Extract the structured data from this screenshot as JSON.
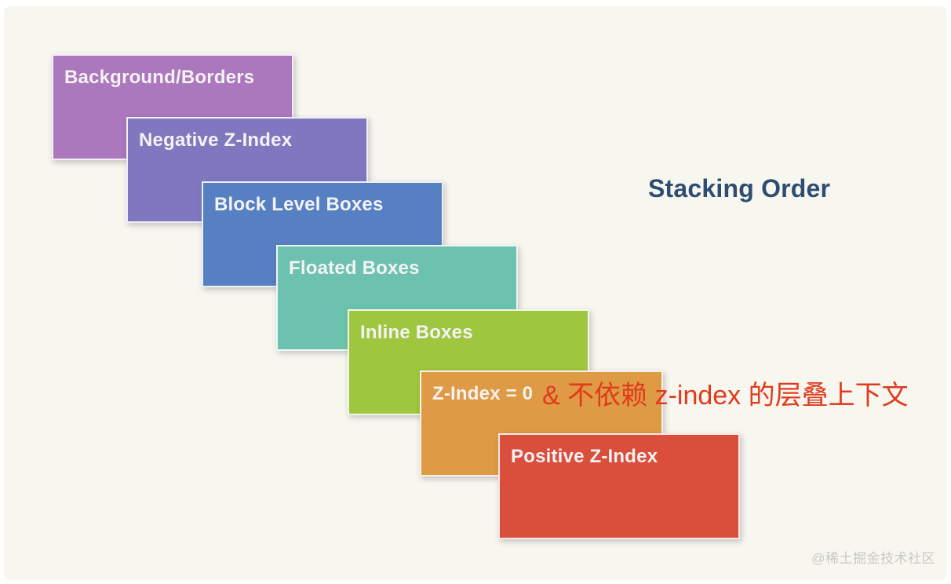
{
  "page": {
    "background_color": "#ffffff",
    "canvas_color": "#f7f6ef",
    "label_text_color": "#f5f2f4"
  },
  "title": {
    "text": "Stacking Order",
    "color": "#2e4d72"
  },
  "annotation": {
    "text": "& 不依赖 z-index 的层叠上下文",
    "color": "#e23a1c"
  },
  "watermark": {
    "text": "@稀土掘金技术社区",
    "color": "#c9c9c5"
  },
  "layers": [
    {
      "label": "Background/Borders",
      "color": "#ab77bd"
    },
    {
      "label": "Negative Z-Index",
      "color": "#7f78be"
    },
    {
      "label": "Block Level Boxes",
      "color": "#5680c2"
    },
    {
      "label": "Floated Boxes",
      "color": "#6cc2ae"
    },
    {
      "label": "Inline Boxes",
      "color": "#9ec63f"
    },
    {
      "label": "Z-Index = 0",
      "color": "#de9a45"
    },
    {
      "label": "Positive Z-Index",
      "color": "#d94f3c"
    }
  ]
}
